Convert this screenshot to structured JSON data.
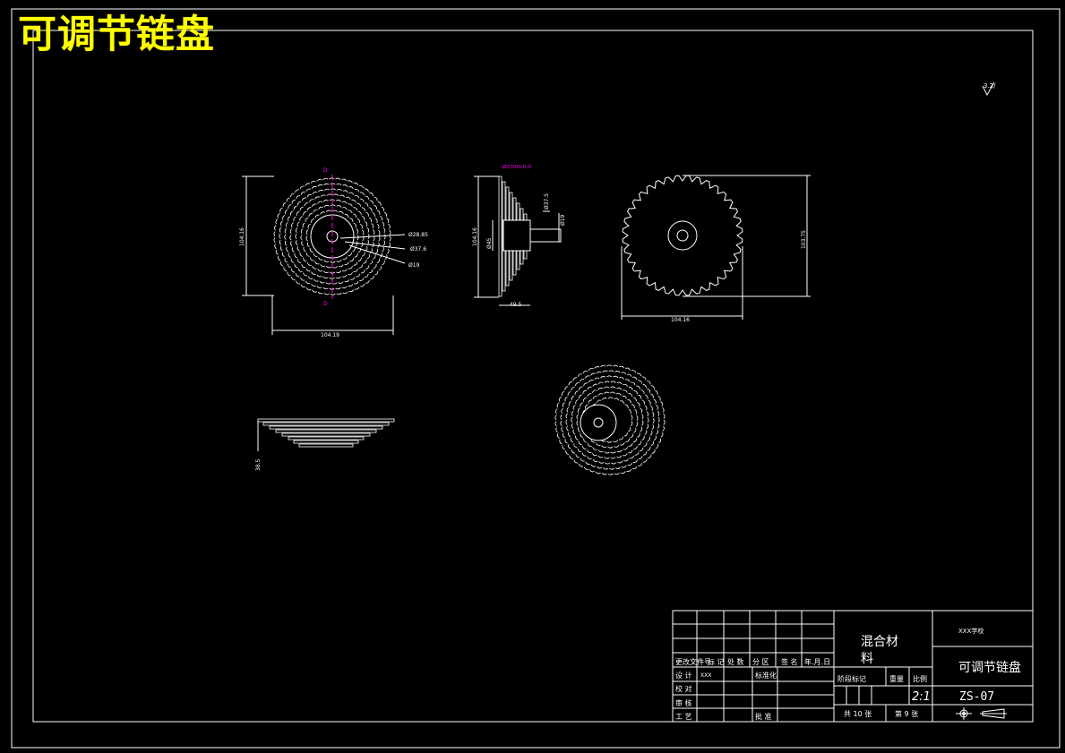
{
  "title": "可调节链盘",
  "drawing": {
    "front_view": {
      "section_mark_top": "D",
      "section_mark_bottom": "D",
      "dims": {
        "height": "104.16",
        "width": "104.19",
        "d1": "Ø28.85",
        "d2": "Ø37.6",
        "d3": "Ø19"
      }
    },
    "section_view": {
      "label": "SECTION D-D",
      "dims": {
        "height": "104.16",
        "bore": "Ø45",
        "d1": "Ø37.5",
        "d2": "Ø19",
        "depth": "49.5"
      }
    },
    "gear_view": {
      "dims": {
        "height": "103.75",
        "width": "104.16"
      }
    },
    "side_view": {
      "dims": {
        "height": "38.5"
      }
    },
    "roughness_symbol": "3.2/"
  },
  "title_block": {
    "header_labels": [
      "更改文件号",
      "标 记",
      "处 数",
      "分 区",
      "签 名",
      "年.月.日"
    ],
    "row_design": "设 计",
    "designer": "XXX",
    "standardize": "标准化",
    "row_check": "校 对",
    "row_review": "审 核",
    "row_process": "工 艺",
    "approve": "批 准",
    "stage_labels": [
      "阶段标记",
      "重量",
      "比例"
    ],
    "material": [
      "混合材",
      "料"
    ],
    "school": "XXX学校",
    "part_name": "可调节链盘",
    "scale": "2:1",
    "drawing_number": "ZS-07",
    "total_sheets": "共 10 张",
    "sheet_no": "第 9 张"
  }
}
